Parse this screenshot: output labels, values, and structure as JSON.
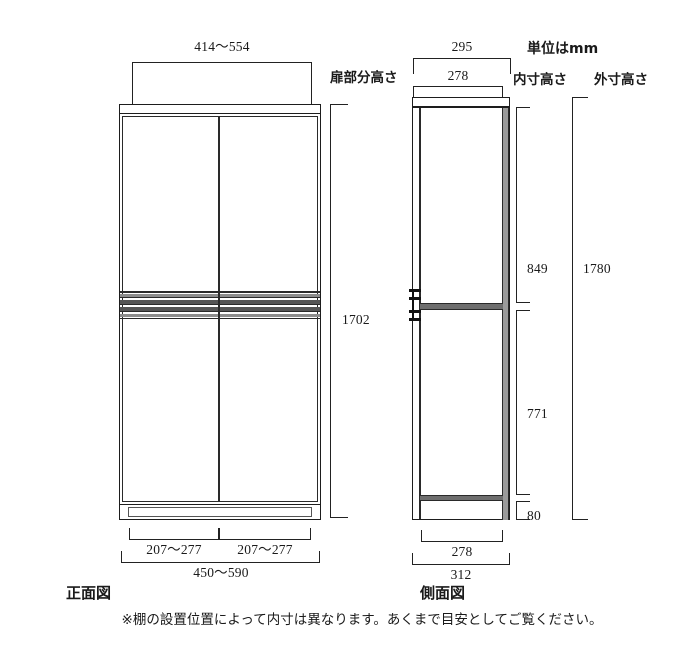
{
  "drawing": {
    "unit_note": "単位はmm",
    "front_view_label": "正面図",
    "side_view_label": "側面図",
    "footnote": "※棚の設置位置によって内寸は異なります。あくまで目安としてご覧ください。",
    "door_height_label": "扉部分高さ",
    "inner_height_label": "内寸高さ",
    "outer_height_label": "外寸高さ"
  },
  "front_view": {
    "top_width": "414〜554",
    "door_left_width": "207〜277",
    "door_right_width": "207〜277",
    "total_width": "450〜590",
    "door_height": "1702"
  },
  "side_view": {
    "outer_depth_top": "295",
    "inner_depth_top": "278",
    "inner_depth_bottom": "278",
    "outer_depth_bottom": "312",
    "upper_inner_height": "849",
    "lower_inner_height": "771",
    "base_height": "80",
    "outer_height": "1780"
  },
  "colors": {
    "line": "#1d1d1d",
    "panel_edge": "#2a2a2a",
    "shelf_bar": "#555555",
    "door_edge": "#9a9a9a",
    "background": "#ffffff"
  }
}
